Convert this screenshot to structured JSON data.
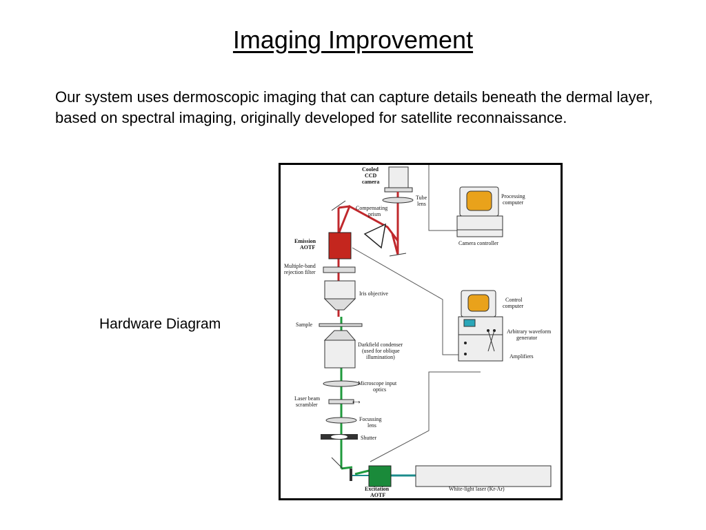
{
  "slide": {
    "title": "Imaging Improvement",
    "body": "Our system uses dermoscopic imaging that can capture details beneath the dermal layer, based on spectral imaging, originally developed for satellite reconnaissance.",
    "figure_caption": "Hardware Diagram"
  },
  "diagram": {
    "cooled_ccd": [
      "Cooled",
      "CCD",
      "camera"
    ],
    "tube_lens": [
      "Tube",
      "lens"
    ],
    "compensating_prism": [
      "Compensating",
      "prism"
    ],
    "emission_aotf": [
      "Emission",
      "AOTF"
    ],
    "rejection_filter": [
      "Multiple-band",
      "rejection filter"
    ],
    "iris_objective": "Iris objective",
    "sample": "Sample",
    "darkfield": [
      "Darkfield condenser",
      "(used for oblique",
      "illumination)"
    ],
    "input_optics": [
      "Microscope input",
      "optics"
    ],
    "scrambler": [
      "Laser beam",
      "scrambler"
    ],
    "focussing": [
      "Focussing",
      "lens"
    ],
    "shutter": "Shutter",
    "excitation_aotf": [
      "Excitation",
      "AOTF"
    ],
    "laser": "White-light laser (Kr-Ar)",
    "processing_computer": [
      "Processing",
      "computer"
    ],
    "camera_controller": "Camera controller",
    "control_computer": [
      "Control",
      "computer"
    ],
    "waveform": [
      "Arbitrary waveform",
      "generator"
    ],
    "amplifiers": "Amplifiers",
    "colors": {
      "emission_path": "#c0282c",
      "excitation_path": "#1f9a3c",
      "laser_beam": "#1b8c8c",
      "aotf_red": "#c4261e",
      "aotf_green": "#1a8a3a",
      "screen_orange": "#e9a21b"
    }
  }
}
